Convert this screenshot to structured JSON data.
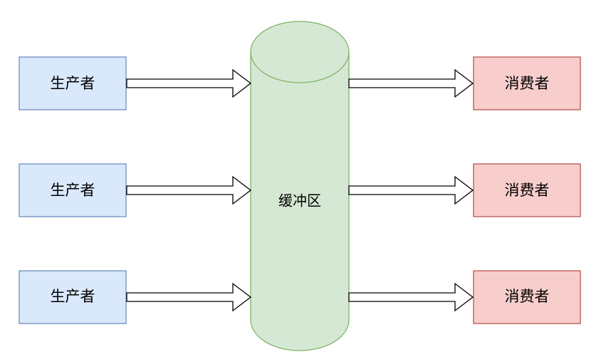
{
  "diagram": {
    "buffer": {
      "label": "缓冲区",
      "fill": "#d5e8d4",
      "stroke": "#82b366"
    },
    "producers": [
      {
        "label": "生产者"
      },
      {
        "label": "生产者"
      },
      {
        "label": "生产者"
      }
    ],
    "consumers": [
      {
        "label": "消费者"
      },
      {
        "label": "消费者"
      },
      {
        "label": "消费者"
      }
    ],
    "colors": {
      "producer_fill": "#dae8fc",
      "producer_stroke": "#6c8ebf",
      "consumer_fill": "#f8cecc",
      "consumer_stroke": "#b85450",
      "arrow_fill": "#ffffff",
      "arrow_stroke": "#000000"
    },
    "edges": [
      {
        "from": "producer-1",
        "to": "buffer"
      },
      {
        "from": "producer-2",
        "to": "buffer"
      },
      {
        "from": "producer-3",
        "to": "buffer"
      },
      {
        "from": "buffer",
        "to": "consumer-1"
      },
      {
        "from": "buffer",
        "to": "consumer-2"
      },
      {
        "from": "buffer",
        "to": "consumer-3"
      }
    ]
  }
}
